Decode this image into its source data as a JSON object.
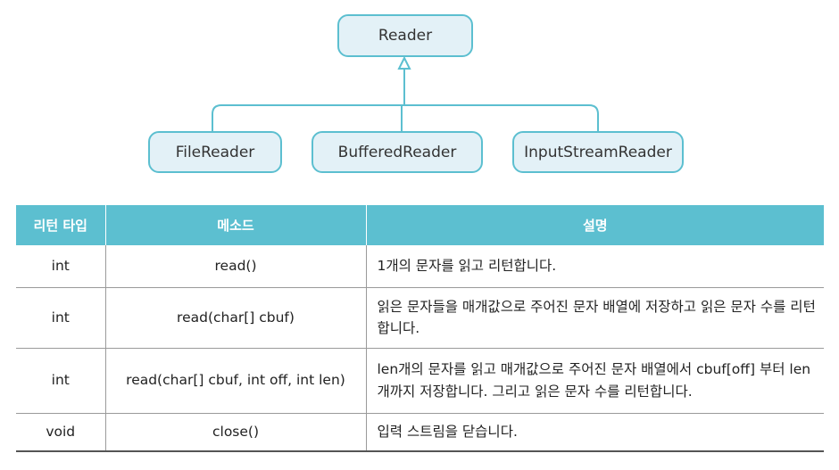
{
  "diagram": {
    "parent": "Reader",
    "children": [
      "FileReader",
      "BufferedReader",
      "InputStreamReader"
    ]
  },
  "table": {
    "headers": [
      "리턴 타입",
      "메소드",
      "설명"
    ],
    "rows": [
      {
        "type": "int",
        "method": "read()",
        "desc": "1개의 문자를 읽고 리턴합니다."
      },
      {
        "type": "int",
        "method": "read(char[] cbuf)",
        "desc": "읽은 문자들을 매개값으로 주어진 문자 배열에 저장하고 읽은 문자 수를 리턴합니다."
      },
      {
        "type": "int",
        "method": "read(char[] cbuf, int off, int len)",
        "desc": "len개의 문자를 읽고 매개값으로 주어진 문자 배열에서 cbuf[off] 부터 len개까지 저장합니다. 그리고 읽은 문자 수를 리턴합니다."
      },
      {
        "type": "void",
        "method": "close()",
        "desc": "입력 스트림을 닫습니다."
      }
    ]
  },
  "colors": {
    "accent": "#5cbfd0",
    "node_fill": "#e3f1f7"
  }
}
